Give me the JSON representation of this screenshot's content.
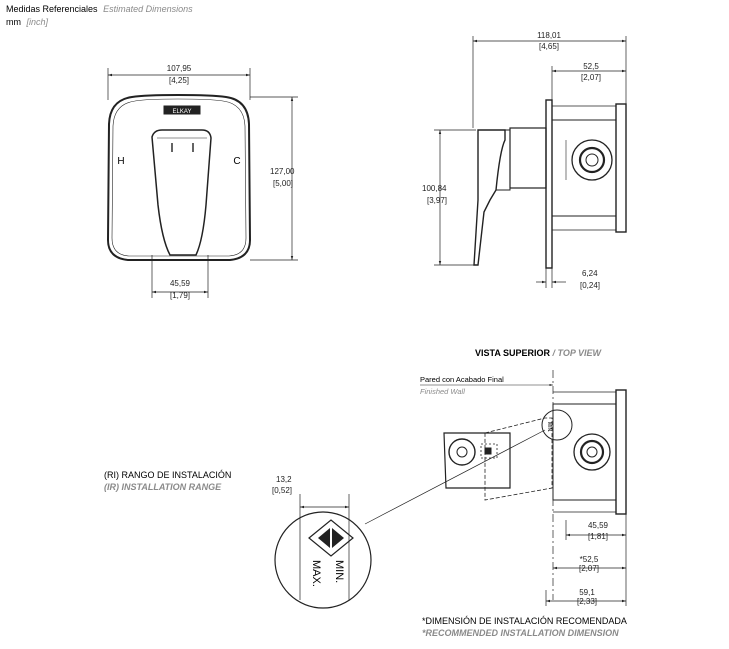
{
  "header": {
    "title_es": "Medidas Referenciales",
    "title_en": "Estimated Dimensions",
    "units_es": "mm",
    "units_en": "[inch]"
  },
  "front_view": {
    "brand": "ELKAY",
    "label_hot": "H",
    "label_cold": "C",
    "width_mm": "107,95",
    "width_in": "[4,25]",
    "height_mm": "127,00",
    "height_in": "[5,00]",
    "lever_mm": "45,59",
    "lever_in": "[1,79]"
  },
  "side_view": {
    "depth_mm": "118,01",
    "depth_in": "[4,65]",
    "body_mm": "52,5",
    "body_in": "[2,07]",
    "height_mm": "100,84",
    "height_in": "[3,97]",
    "plate_mm": "6,24",
    "plate_in": "[0,24]"
  },
  "top_view": {
    "title_es": "VISTA SUPERIOR",
    "title_sep": " / ",
    "title_en": "TOP VIEW",
    "wall_es": "Pared con Acabado Final",
    "wall_en": "Finished Wall",
    "d1_mm": "45,59",
    "d1_in": "[1,81]",
    "d2_mm": "*52,5",
    "d2_in": "[2,07]",
    "d3_mm": "59,1",
    "d3_in": "[2,33]",
    "note_es": "*DIMENSIÓN DE INSTALACIÓN RECOMENDADA",
    "note_en": "*RECOMMENDED INSTALLATION DIMENSION"
  },
  "range": {
    "label_es": "(RI)  RANGO DE INSTALACIÓN",
    "label_en": "(IR)  INSTALLATION RANGE",
    "dim_mm": "13,2",
    "dim_in": "[0,52]",
    "min_label": "MIN.",
    "max_label": "MAX."
  }
}
